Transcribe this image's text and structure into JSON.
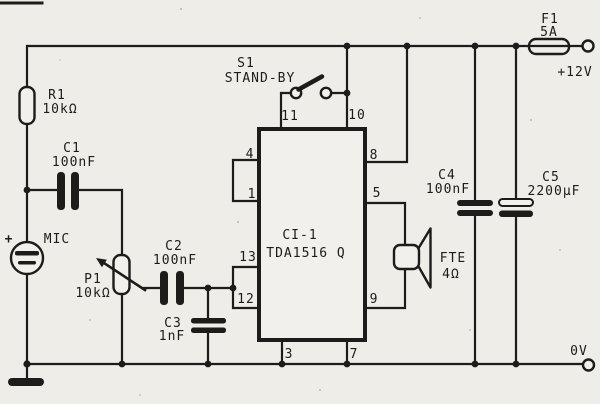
{
  "colors": {
    "ink": "#1d1c1a",
    "paper": "#efede8"
  },
  "components": {
    "r1": {
      "ref": "R1",
      "value": "10kΩ"
    },
    "c1": {
      "ref": "C1",
      "value": "100nF"
    },
    "mic": {
      "ref": "MIC",
      "polarity": "+"
    },
    "p1": {
      "ref": "P1",
      "value": "10kΩ"
    },
    "c2": {
      "ref": "C2",
      "value": "100nF"
    },
    "c3": {
      "ref": "C3",
      "value": "1nF"
    },
    "ic": {
      "ref": "CI-1",
      "part": "TDA1516 Q"
    },
    "s1": {
      "ref": "S1",
      "label": "STAND-BY"
    },
    "c4": {
      "ref": "C4",
      "value": "100nF"
    },
    "c5": {
      "ref": "C5",
      "value": "2200µF"
    },
    "f1": {
      "ref": "F1",
      "value": "5A"
    },
    "fte": {
      "ref": "FTE",
      "value": "4Ω"
    }
  },
  "power": {
    "vplus": "+12V",
    "gnd": "0V"
  },
  "pins": {
    "p1": "1",
    "p3": "3",
    "p4": "4",
    "p5": "5",
    "p7": "7",
    "p8": "8",
    "p9": "9",
    "p10": "10",
    "p11": "11",
    "p12": "12",
    "p13": "13"
  }
}
